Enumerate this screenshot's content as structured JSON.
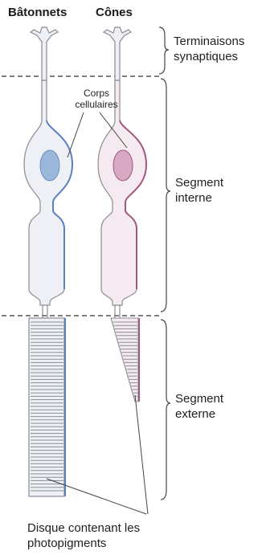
{
  "headers": {
    "rods": "Bâtonnets",
    "cones": "Cônes"
  },
  "labels": {
    "synaptic_line1": "Terminaisons",
    "synaptic_line2": "synaptiques",
    "cell_bodies_line1": "Corps",
    "cell_bodies_line2": "cellulaires",
    "inner_line1": "Segment",
    "inner_line2": "interne",
    "outer_line1": "Segment",
    "outer_line2": "externe",
    "disc_line1": "Disque contenant les",
    "disc_line2": "photopigments"
  },
  "colors": {
    "cell_fill": "#eef0f5",
    "cell_outline": "#8a8d96",
    "rod_nucleus": "#9ab7dc",
    "rod_edge": "#5b7fc0",
    "cone_nucleus": "#d8a9c2",
    "cone_edge": "#a0587f",
    "cone_fill": "#f4eaf0"
  }
}
